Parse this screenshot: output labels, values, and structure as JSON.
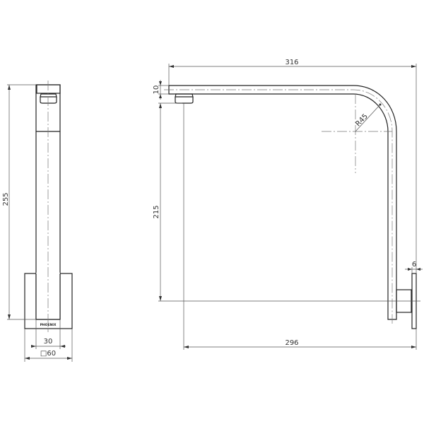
{
  "side_view": {
    "height_dim": "255",
    "arm_width_dim": "30",
    "plate_dim": "□60",
    "logo_text": "PHOENIX"
  },
  "front_view": {
    "length_dim": "316",
    "arm_thickness_dim": "10",
    "radius_dim": "R45",
    "drop_dim": "215",
    "plate_thickness_dim": "6",
    "projection_dim": "296"
  }
}
